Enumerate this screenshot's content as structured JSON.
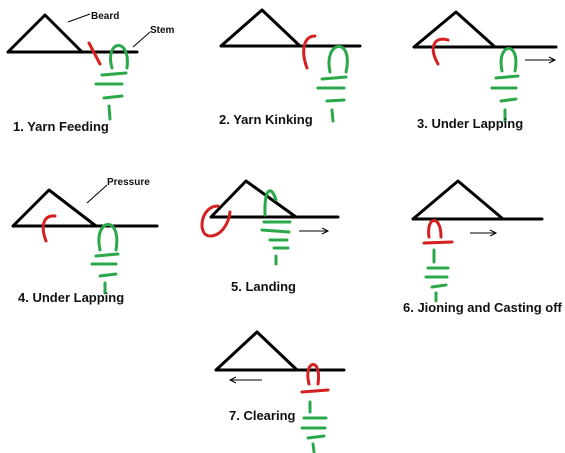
{
  "captions": {
    "s1": "1. Yarn Feeding",
    "s2": "2. Yarn Kinking",
    "s3": "3. Under Lapping",
    "s4": "4. Under Lapping",
    "s5": "5.  Landing",
    "s6": "6. Jioning and Casting off",
    "s7": "7. Clearing"
  },
  "annotations": {
    "beard": "Beard",
    "stem": "Stem",
    "pressure": "Pressure"
  },
  "colors": {
    "needle": "#000000",
    "new_yarn": "#d42020",
    "old_loop": "#2aa84a"
  }
}
